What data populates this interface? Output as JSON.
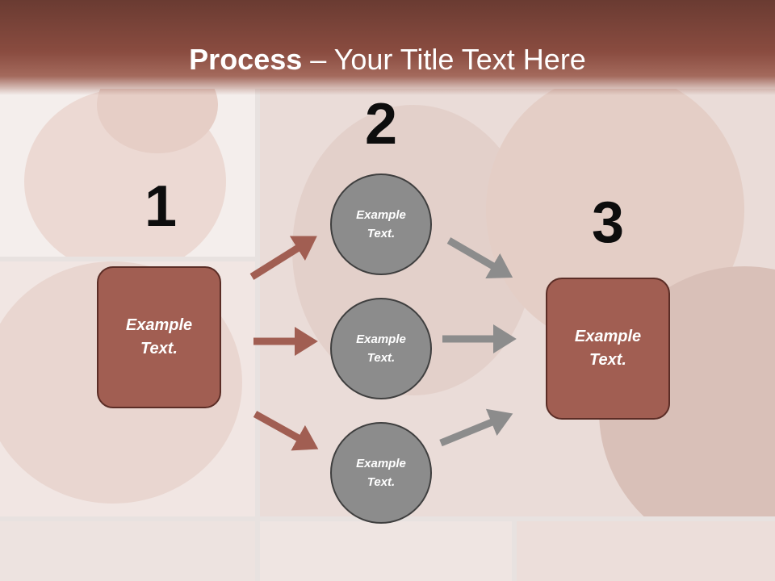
{
  "title": {
    "bold": "Process",
    "rest": " – Your Title Text Here"
  },
  "steps": [
    {
      "number": "1",
      "label_line1": "Example",
      "label_line2": "Text."
    },
    {
      "number": "2"
    },
    {
      "number": "3",
      "label_line1": "Example",
      "label_line2": "Text."
    }
  ],
  "circles": [
    {
      "label_line1": "Example",
      "label_line2": "Text."
    },
    {
      "label_line1": "Example",
      "label_line2": "Text."
    },
    {
      "label_line1": "Example",
      "label_line2": "Text."
    }
  ],
  "colors": {
    "header": "#8a4c40",
    "box_fill": "#a15e52",
    "circle_fill": "#8c8c8c",
    "brown_arrow": "#a15e52",
    "gray_arrow": "#8c8c8c"
  }
}
